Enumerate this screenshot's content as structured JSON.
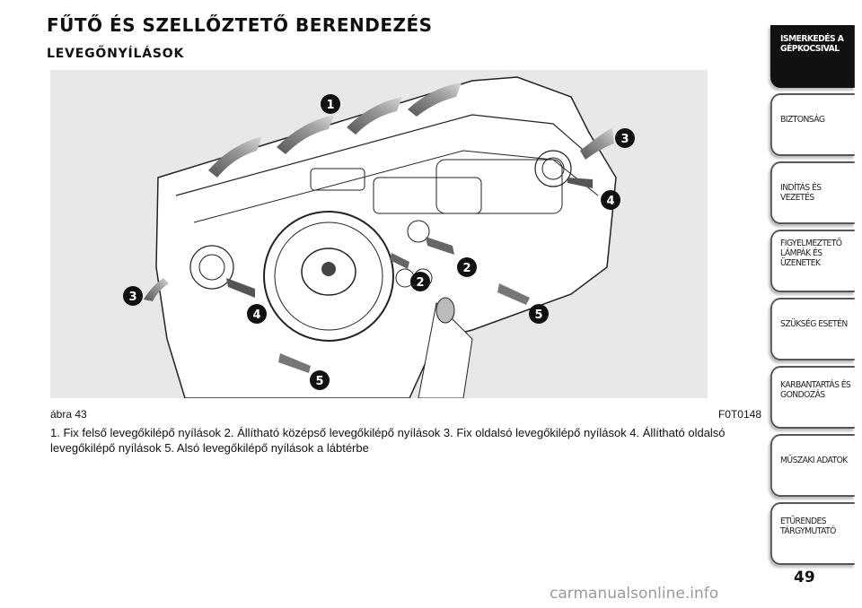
{
  "header": {
    "title": "FŰTŐ ÉS SZELLŐZTETŐ BERENDEZÉS",
    "subtitle": "LEVEGŐNYÍLÁSOK"
  },
  "figure": {
    "label": "ábra 43",
    "code": "F0T0148",
    "callouts": [
      "1",
      "3",
      "4",
      "2",
      "2",
      "5",
      "3",
      "4",
      "5"
    ]
  },
  "legend_text": "1. Fix felső levegőkilépő nyílások 2. Állítható középső levegőkilépő nyílások 3. Fix oldalsó levegőkilépő nyílások 4. Állítható oldalsó levegőkilépő nyílások 5. Alsó levegőkilépő nyílások a lábtérbe",
  "sidebar": {
    "tabs": [
      {
        "line1": "ISMERKEDÉS A",
        "line2": "GÉPKOCSIVAL",
        "line3": ""
      },
      {
        "line1": "BIZTONSÁG",
        "line2": "",
        "line3": ""
      },
      {
        "line1": "INDÍTÁS ÉS VEZETÉS",
        "line2": "",
        "line3": ""
      },
      {
        "line1": "FIGYELMEZTETŐ",
        "line2": "LÁMPÁK ÉS",
        "line3": "ÜZENETEK"
      },
      {
        "line1": "SZÜKSÉG ESETÉN",
        "line2": "",
        "line3": ""
      },
      {
        "line1": "KARBANTARTÁS ÉS",
        "line2": "GONDOZÁS",
        "line3": ""
      },
      {
        "line1": "MŰSZAKI ADATOK",
        "line2": "",
        "line3": ""
      },
      {
        "line1": "ETŰRENDES",
        "line2": "TÁRGYMUTATÓ",
        "line3": ""
      }
    ]
  },
  "page_number": "49",
  "watermark": "carmanualsonline.info",
  "colors": {
    "figure_bg": "#e8e8e8",
    "callout_bg": "#111111",
    "active_tab_bg": "#111111"
  }
}
